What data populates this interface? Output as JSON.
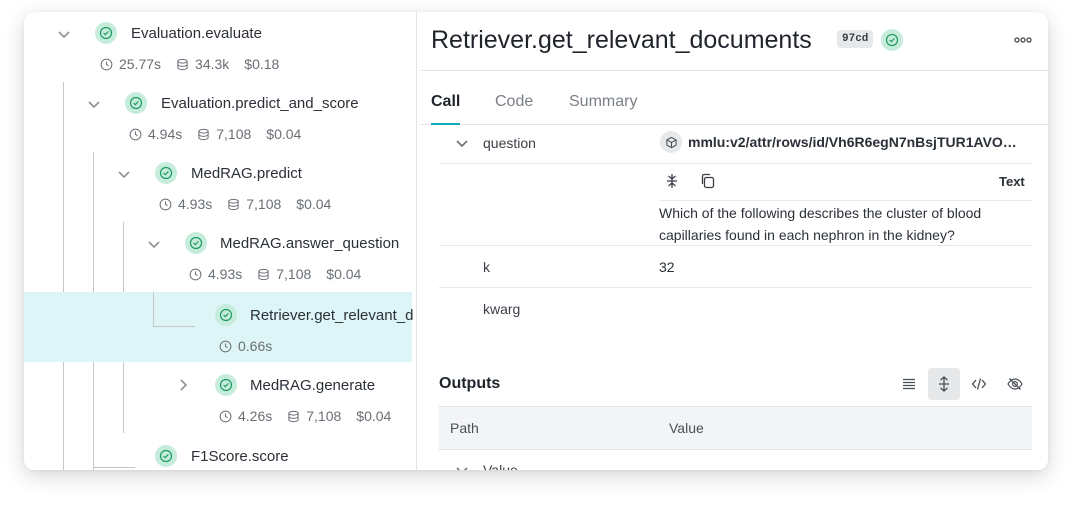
{
  "trace": {
    "nodes": [
      {
        "name": "Evaluation.evaluate",
        "time": "25.77s",
        "tokens": "34.3k",
        "cost": "$0.18",
        "expanded": true
      },
      {
        "name": "Evaluation.predict_and_score",
        "time": "4.94s",
        "tokens": "7,108",
        "cost": "$0.04",
        "expanded": true
      },
      {
        "name": "MedRAG.predict",
        "time": "4.93s",
        "tokens": "7,108",
        "cost": "$0.04",
        "expanded": true
      },
      {
        "name": "MedRAG.answer_question",
        "time": "4.93s",
        "tokens": "7,108",
        "cost": "$0.04",
        "expanded": true
      },
      {
        "name": "Retriever.get_relevant_d",
        "time": "0.66s",
        "selected": true
      },
      {
        "name": "MedRAG.generate",
        "time": "4.26s",
        "tokens": "7,108",
        "cost": "$0.04",
        "expanded": false
      },
      {
        "name": "F1Score.score"
      }
    ]
  },
  "detail": {
    "title": "Retriever.get_relevant_documents",
    "badge": "97cd",
    "tabs": [
      "Call",
      "Code",
      "Summary"
    ],
    "active_tab": "Call",
    "inputs": {
      "question_label": "question",
      "question_ref": "mmlu:v2/attr/rows/id/Vh6R6egN7nBsjTUR1AVO…",
      "text_label": "Text",
      "question_text": "Which of the following describes the cluster of blood capillaries found in each nephron in the kidney?",
      "k_label": "k",
      "k_value": "32",
      "kwarg_label": "kwarg"
    },
    "outputs": {
      "heading": "Outputs",
      "columns": [
        "Path",
        "Value"
      ],
      "first_row": "Value"
    }
  },
  "colors": {
    "accent": "#13a9ba",
    "success_bg": "#c6ecdb",
    "success_fg": "#1f9a63",
    "selected_row": "#def5f7"
  }
}
